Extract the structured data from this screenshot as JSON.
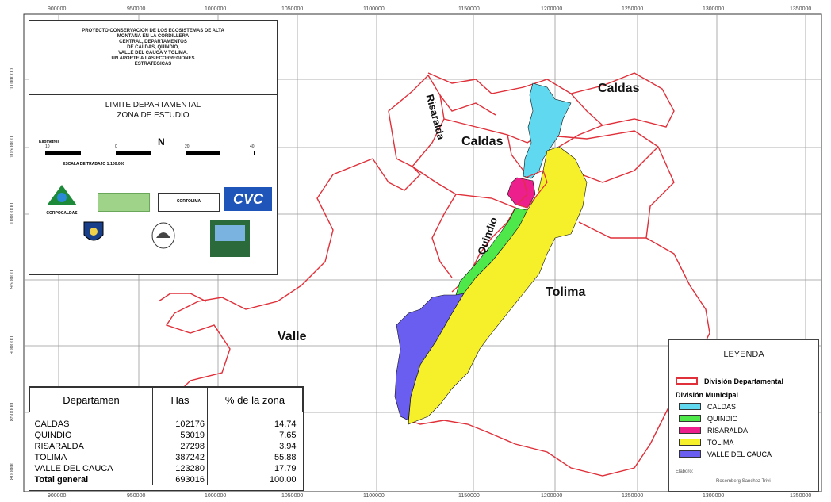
{
  "axis_ticks": {
    "x_top": [
      "900000",
      "950000",
      "1000000",
      "1050000",
      "1100000",
      "1150000",
      "1200000",
      "1250000",
      "1300000",
      "1350000"
    ],
    "x_bottom": [
      "900000",
      "950000",
      "1000000",
      "1050000",
      "1100000",
      "1150000",
      "1200000",
      "1250000",
      "1300000",
      "1350000"
    ],
    "y_left": [
      "1100000",
      "1050000",
      "1000000",
      "950000",
      "900000",
      "850000",
      "800000"
    ]
  },
  "info_panel": {
    "project_title": "PROYECTO CONSERVACION DE LOS ECOSISTEMAS DE ALTA\nMONTAÑA EN LA CORDILLERA\nCENTRAL, DEPARTAMENTOS\nDE CALDAS, QUINDIO,\nVALLE DEL CAUCA Y TOLIMA.\nUN APORTE A LAS ECORREGIONES\nESTRATEGICAS",
    "limit_title_1": "LIMITE DEPARTAMENTAL",
    "limit_title_2": "ZONA DE ESTUDIO",
    "north": "N",
    "scale_unit": "Kilómetros",
    "scale_ticks": [
      "10",
      "0",
      "20",
      "40"
    ],
    "scale_text": "ESCALA DE TRABAJO 1:100.000",
    "logos": [
      "CORPOCALDAS",
      "CORTOLIMA",
      "CVC"
    ]
  },
  "map_labels": {
    "caldas_ne": "Caldas",
    "caldas": "Caldas",
    "risaralda": "Risaralda",
    "quindio": "Quindio",
    "tolima": "Tolima",
    "valle": "Valle"
  },
  "legend": {
    "title": "LEYENDA",
    "division_departamental": "División Departamental",
    "division_municipal": "División Municipal",
    "items": [
      {
        "label": "CALDAS",
        "color": "#5fd8f0"
      },
      {
        "label": "QUINDIO",
        "color": "#4ee84a"
      },
      {
        "label": "RISARALDA",
        "color": "#ec1f8c"
      },
      {
        "label": "TOLIMA",
        "color": "#f6f02a"
      },
      {
        "label": "VALLE DEL CAUCA",
        "color": "#6a5ef0"
      }
    ],
    "boundary_color": "#e0303a",
    "credit_label": "Elaboro:",
    "credit_name": "Rosemberg Sanchez Trivi"
  },
  "table": {
    "headers": [
      "Departamen",
      "Has",
      "% de la zona"
    ],
    "rows": [
      {
        "dept": "CALDAS",
        "has": "102176",
        "pct": "14.74"
      },
      {
        "dept": "QUINDIO",
        "has": "53019",
        "pct": "7.65"
      },
      {
        "dept": "RISARALDA",
        "has": "27298",
        "pct": "3.94"
      },
      {
        "dept": "TOLIMA",
        "has": "387242",
        "pct": "55.88"
      },
      {
        "dept": "VALLE DEL CAUCA",
        "has": "123280",
        "pct": "17.79"
      }
    ],
    "total": {
      "dept": "Total general",
      "has": "693016",
      "pct": "100.00"
    }
  }
}
